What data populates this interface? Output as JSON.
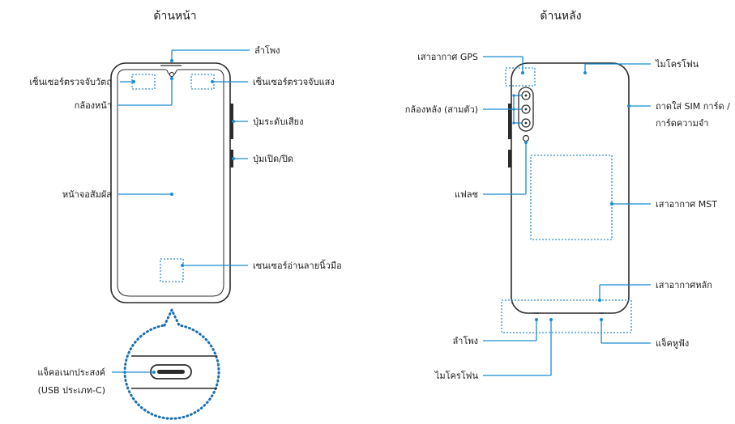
{
  "front": {
    "title": "ด้านหน้า",
    "labels": {
      "speaker": "ลำโพง",
      "proximity_sensor": "เซ็นเซอร์ตรวจจับวัตถุ",
      "light_sensor": "เซ็นเซอร์ตรวจจับแสง",
      "front_camera": "กล้องหน้า",
      "volume_key": "ปุ่มระดับเสียง",
      "power_key": "ปุ่มเปิด/ปิด",
      "touchscreen": "หน้าจอสัมผัส",
      "fingerprint_sensor": "เซนเซอร์อ่านลายนิ้วมือ",
      "multipurpose_jack_line1": "แจ็คอเนกประสงค์",
      "multipurpose_jack_line2": "(USB ประเภท-C)"
    }
  },
  "back": {
    "title": "ด้านหลัง",
    "labels": {
      "gps_antenna": "เสาอากาศ GPS",
      "microphone_top": "ไมโครโฟน",
      "rear_camera": "กล้องหลัง (สามตัว)",
      "sim_tray_line1": "ถาดใส่ SIM การ์ด /",
      "sim_tray_line2": "การ์ดความจำ",
      "flash": "แฟลช",
      "mst_antenna": "เสาอากาศ MST",
      "main_antenna": "เสาอากาศหลัก",
      "speaker_bottom": "ลำโพง",
      "earphone_jack": "แจ็คหูฟัง",
      "microphone_bottom": "ไมโครโฟน"
    }
  }
}
